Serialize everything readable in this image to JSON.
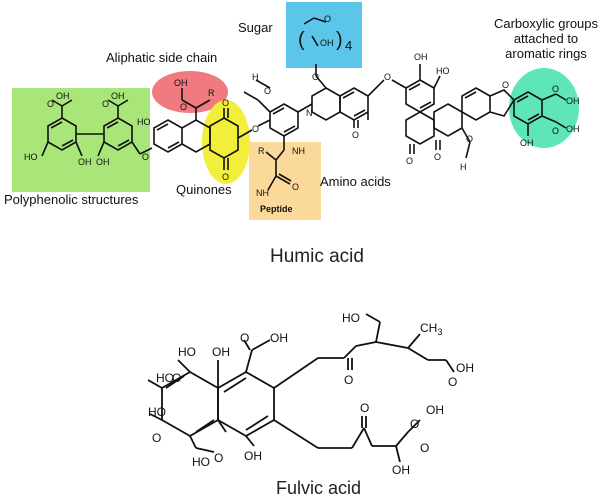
{
  "diagram": {
    "labels": {
      "sugar": "Sugar",
      "aliphatic": "Aliphatic side chain",
      "carboxylic_line1": "Carboxylic groups",
      "carboxylic_line2": "attached to",
      "carboxylic_line3": "aromatic rings",
      "polyphenolic": "Polyphenolic structures",
      "quinones": "Quinones",
      "amino_acids": "Amino acids"
    },
    "titles": {
      "humic": "Humic acid",
      "fulvic": "Fulvic acid"
    },
    "groups": {
      "oh": "OH",
      "ho": "HO",
      "o": "O",
      "r": "R",
      "h": "H",
      "nh": "NH",
      "peptide": "Peptide",
      "ch3": "CH",
      "ch3_sub": "3",
      "sugar_paren_open": "(",
      "sugar_paren_close": ")",
      "sugar_sub": "4",
      "n": "N"
    },
    "highlight_colors": {
      "polyphenolic": "#a8e67a",
      "aliphatic": "#f07a80",
      "quinones": "#f2ee3c",
      "sugar": "#5cc6ea",
      "amino_acids": "#fbd99a",
      "carboxylic": "#5ee6b8"
    }
  }
}
